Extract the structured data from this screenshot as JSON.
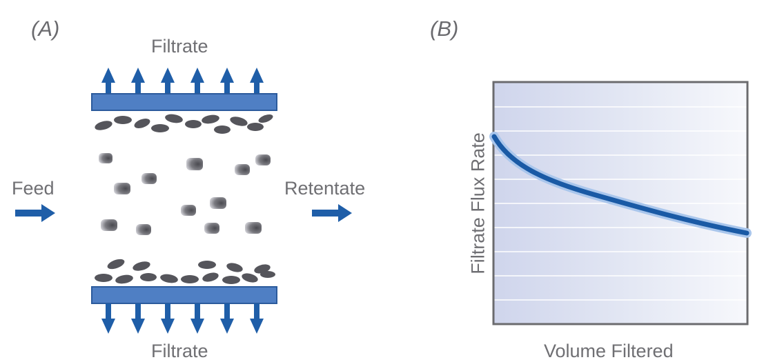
{
  "panel_a": {
    "label": "(A)",
    "filtrate_top": "Filtrate",
    "filtrate_bottom": "Filtrate",
    "feed": "Feed",
    "retentate": "Retentate"
  },
  "panel_b": {
    "label": "(B)",
    "ylabel": "Filtrate Flux Rate",
    "xlabel": "Volume Filtered"
  },
  "colors": {
    "membrane": "#4f7fc4",
    "arrow": "#1f5ea8",
    "particle": "#5b5b60",
    "curve": "#1a5aa5",
    "plot_bg": "#d9def0",
    "frame": "#6b6b6e"
  }
}
